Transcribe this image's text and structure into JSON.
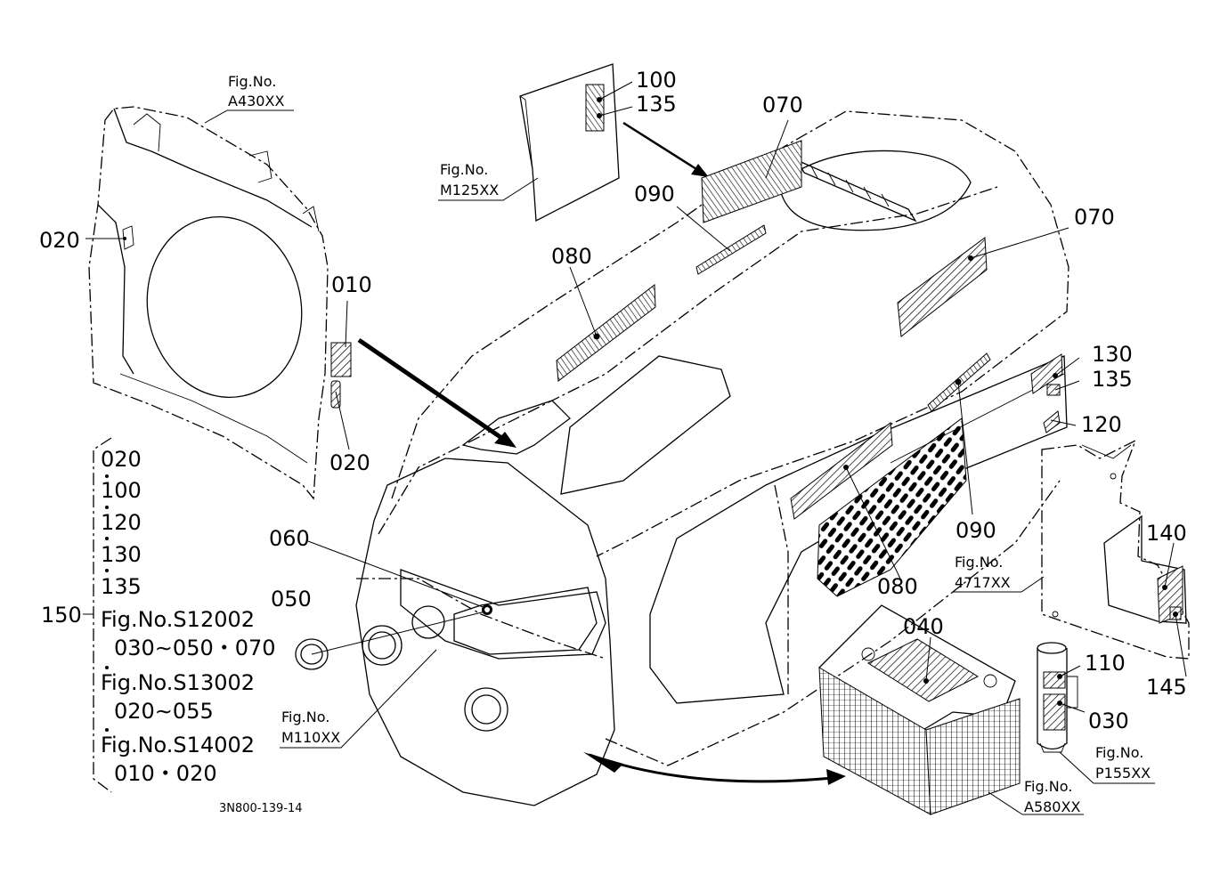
{
  "diagram_code": "3N800-139-14",
  "fig_refs": {
    "a430": {
      "prefix": "Fig.No.",
      "code": "A430XX"
    },
    "m125": {
      "prefix": "Fig.No.",
      "code": "M125XX"
    },
    "m110": {
      "prefix": "Fig.No.",
      "code": "M110XX"
    },
    "f4717": {
      "prefix": "Fig.No.",
      "code": "4717XX"
    },
    "a580": {
      "prefix": "Fig.No.",
      "code": "A580XX"
    },
    "p155": {
      "prefix": "Fig.No.",
      "code": "P155XX"
    }
  },
  "callouts": {
    "c020_left": "020",
    "c010": "010",
    "c020_mid": "020",
    "c100": "100",
    "c135_top": "135",
    "c070_top": "070",
    "c090_top": "090",
    "c080_top": "080",
    "c070_right": "070",
    "c130": "130",
    "c135_right": "135",
    "c120": "120",
    "c090_side": "090",
    "c080_side": "080",
    "c060": "060",
    "c050": "050",
    "c040": "040",
    "c140": "140",
    "c145": "145",
    "c110": "110",
    "c030": "030"
  },
  "kit": {
    "number": "150",
    "lines": [
      "020",
      "100",
      "120",
      "130",
      "135",
      "Fig.No.S12002",
      "030∼050・070",
      "Fig.No.S13002",
      "020∼055",
      "Fig.No.S14002",
      "010・020"
    ]
  }
}
